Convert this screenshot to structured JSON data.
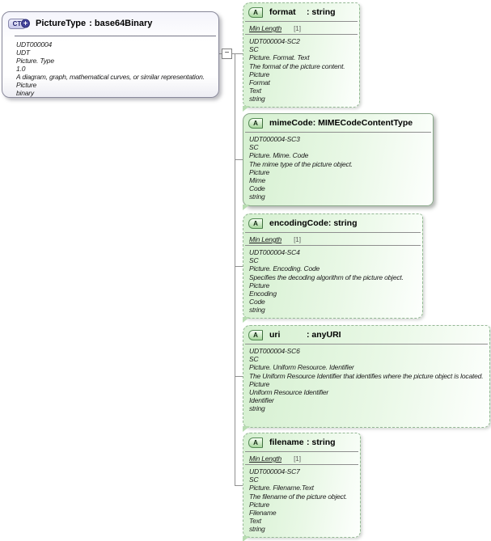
{
  "icons": {
    "root": "CT",
    "root_plus": "+",
    "attribute": "A",
    "collapse": "−"
  },
  "colors": {
    "attr_border_dashed": "#95b895",
    "attr_border_solid": "#8aa88a",
    "attr_bg_green": "#d5f0d0",
    "connector": "#909090",
    "root_border": "#88889a",
    "ct_icon_bg": "#c6c6ea",
    "ct_plus_bg": "#44449a",
    "a_icon_green": "#a6d69c"
  },
  "root": {
    "name": "PictureType",
    "type_label": ": base64Binary",
    "details": [
      "UDT000004",
      "UDT",
      "Picture. Type",
      "1.0",
      "A diagram, graph, mathematical curves, or similar representation.",
      "Picture",
      "binary"
    ]
  },
  "attributes": [
    {
      "name": "format",
      "type_label": ": string",
      "facet_label": "Min Length",
      "facet_value": "[1]",
      "details": [
        "UDT000004-SC2",
        "SC",
        "Picture. Format. Text",
        "The format of the picture content.",
        "Picture",
        "Format",
        "Text",
        "string"
      ]
    },
    {
      "name": "mimeCode",
      "type_label": ": MIMECodeContentType",
      "details": [
        "UDT000004-SC3",
        "SC",
        "Picture. Mime. Code",
        "The mime type of the picture object.",
        "Picture",
        "Mime",
        "Code",
        "string"
      ]
    },
    {
      "name": "encodingCode",
      "type_label": ": string",
      "facet_label": "Min Length",
      "facet_value": "[1]",
      "details": [
        "UDT000004-SC4",
        "SC",
        "Picture. Encoding. Code",
        "Specifies the decoding algorithm of the picture object.",
        "Picture",
        "Encoding",
        "Code",
        "string"
      ]
    },
    {
      "name": "uri",
      "type_label": ": anyURI",
      "details": [
        "UDT000004-SC6",
        "SC",
        "Picture. Uniform Resource. Identifier",
        "The Uniform Resource Identifier that identifies where the picture object is located.",
        "Picture",
        "Uniform Resource Identifier",
        "Identifier",
        "string"
      ]
    },
    {
      "name": "filename",
      "type_label": ": string",
      "facet_label": "Min Length",
      "facet_value": "[1]",
      "details": [
        "UDT000004-SC7",
        "SC",
        "Picture. Filename.Text",
        "The filename of the picture object.",
        "Picture",
        "Filename",
        "Text",
        "string"
      ]
    }
  ]
}
